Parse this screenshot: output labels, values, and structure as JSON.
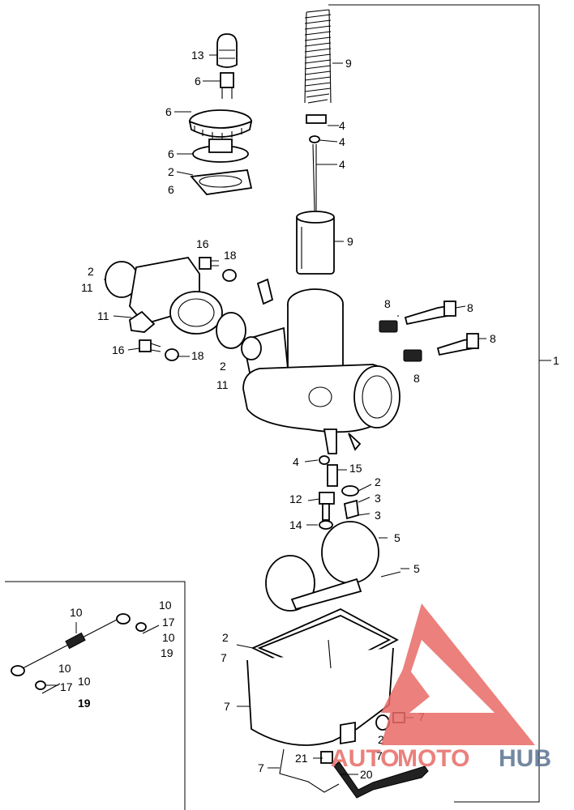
{
  "labels": {
    "l13": "13",
    "l6a": "6",
    "l6b": "6",
    "l6c": "6",
    "l2a": "2",
    "l6d": "6",
    "l9a": "9",
    "l4a": "4",
    "l4b": "4",
    "l4c": "4",
    "l9b": "9",
    "l16a": "16",
    "l18a": "18",
    "l2b": "2",
    "l11a": "11",
    "l11b": "11",
    "l16b": "16",
    "l18b": "18",
    "l2c": "2",
    "l11c": "11",
    "l8a": "8",
    "l8b": "8",
    "l8c": "8",
    "l8d": "8",
    "l1": "1",
    "l4d": "4",
    "l15": "15",
    "l2d": "2",
    "l12": "12",
    "l3a": "3",
    "l3b": "3",
    "l14": "14",
    "l5a": "5",
    "l5b": "5",
    "l2e": "2",
    "l7a": "7",
    "l7b": "7",
    "l7c": "7",
    "l2f": "2",
    "l7d": "7",
    "l7e": "7",
    "l21": "21",
    "l20": "20",
    "i10a": "10",
    "i10b": "10",
    "i17a": "17",
    "i10c": "10",
    "i19a": "19",
    "i10d": "10",
    "i10e": "10",
    "i17b": "17",
    "i19b": "19"
  },
  "watermark": {
    "part1": "AUTO",
    "part2": "MOTO",
    "part3": "HUB",
    "red": "#e86a66",
    "blue": "#5b7391"
  }
}
